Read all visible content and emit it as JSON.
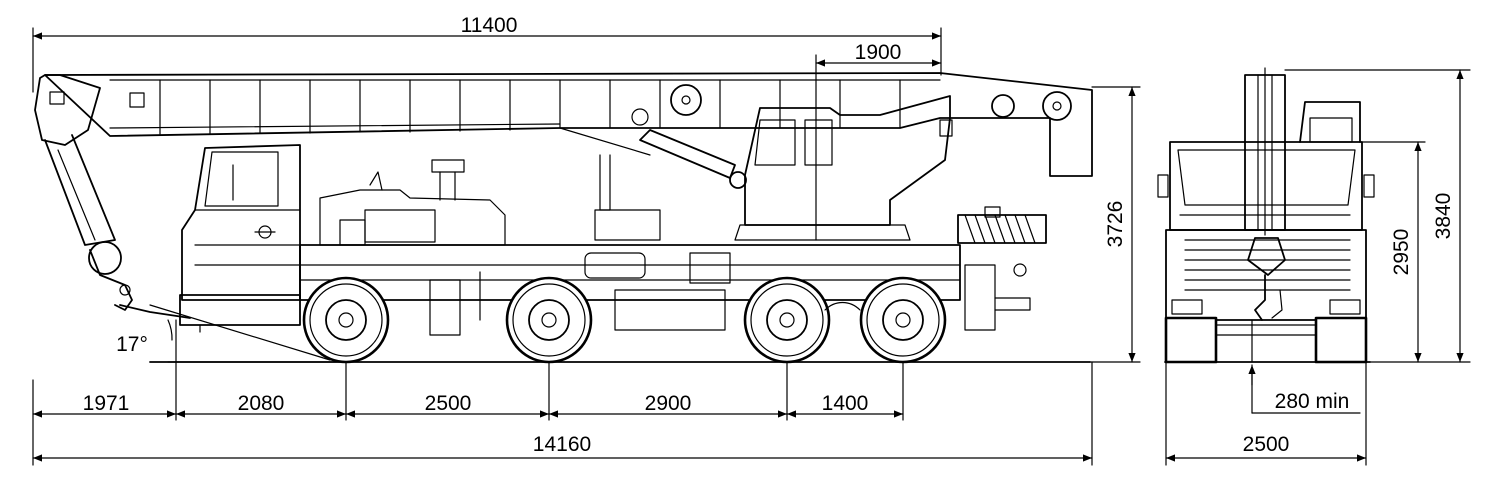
{
  "dimensions": {
    "boom_length": "11400",
    "cab_offset": "1900",
    "height_side": "3726",
    "overall_length": "14160",
    "front_overhang": "1971",
    "wheelbase_1": "2080",
    "wheelbase_2": "2500",
    "wheelbase_3": "2900",
    "wheelbase_4": "1400",
    "approach_angle": "17°",
    "ground_clearance": "280 min",
    "width": "2500",
    "height_cab": "2950",
    "height_total": "3840"
  }
}
